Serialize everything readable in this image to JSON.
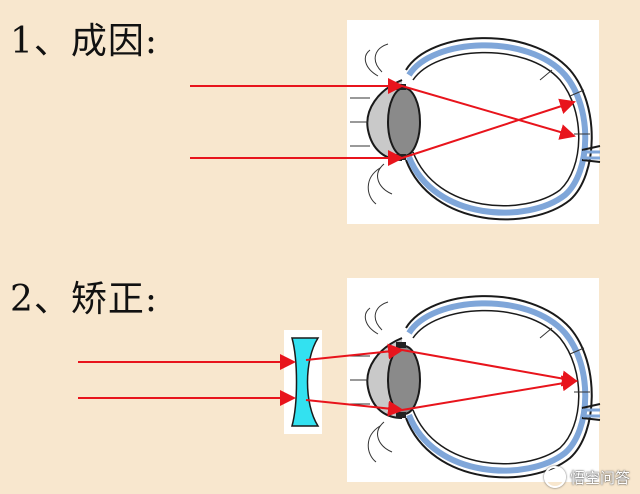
{
  "labels": {
    "cause": "1、成因:",
    "correction": "2、矫正:"
  },
  "watermark": {
    "text": "悟空问答",
    "icon": "chat-logo-icon"
  },
  "colors": {
    "background": "#F8E7CE",
    "ray": "#E8141C",
    "lens": "#33E1F0",
    "eye_wall": "#7FA6D9",
    "eye_outline": "#1A1A1A"
  }
}
